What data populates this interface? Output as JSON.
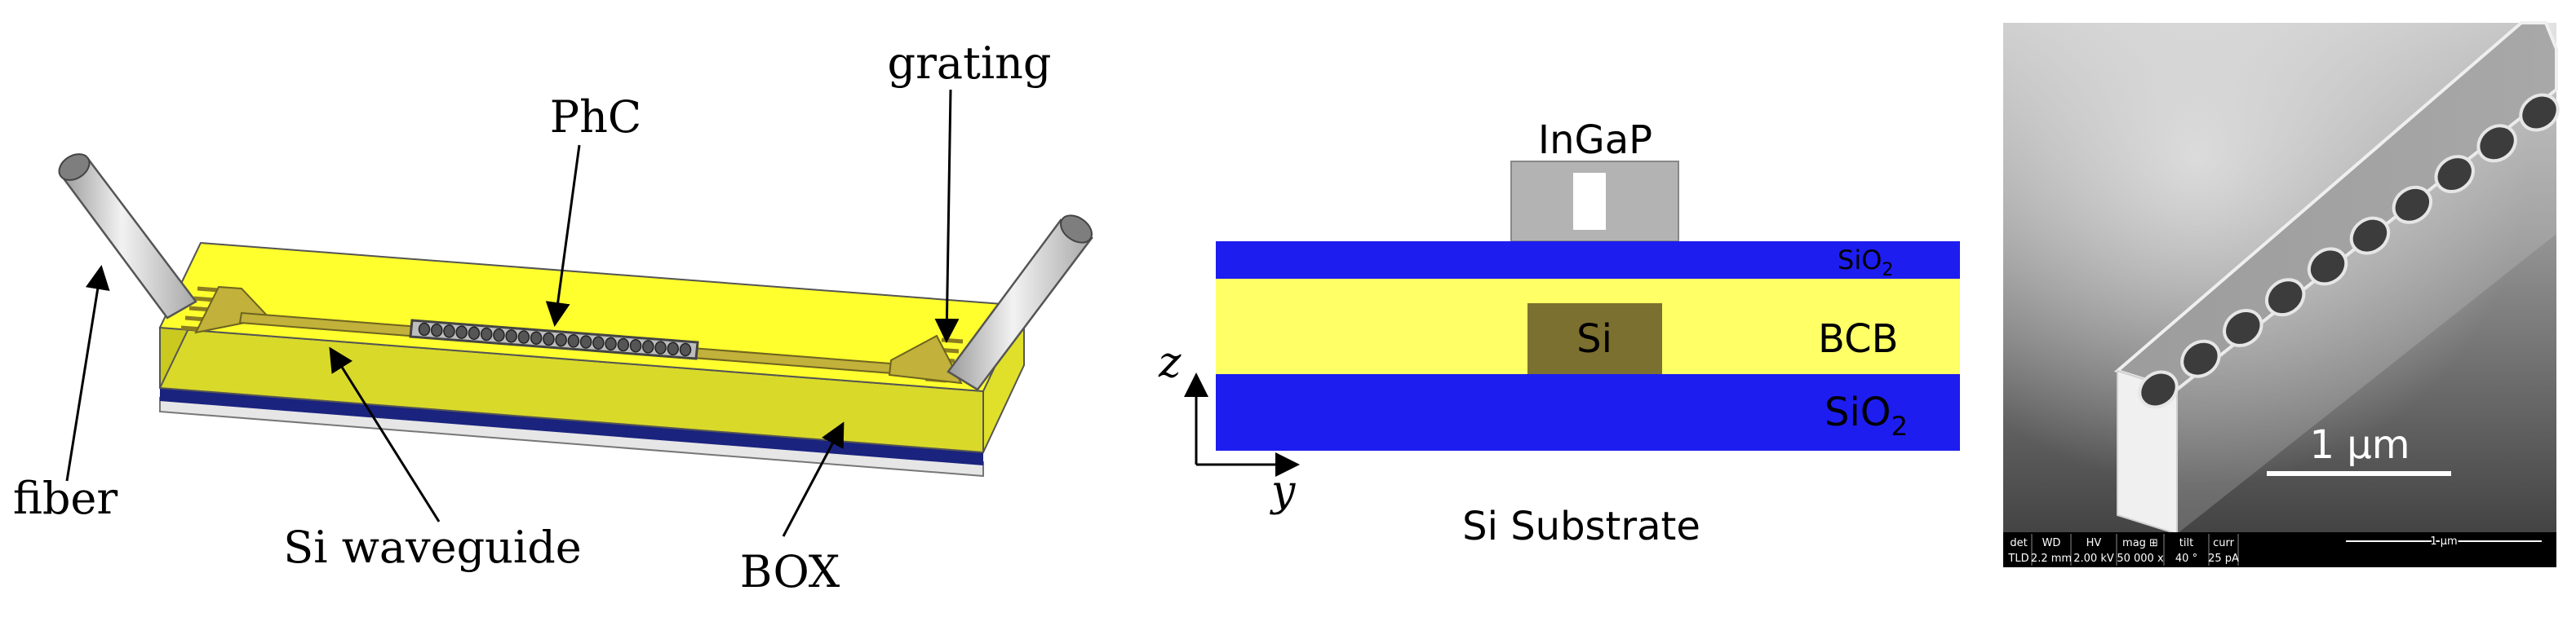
{
  "panel_a": {
    "labels": {
      "phc": "PhC",
      "grating": "grating",
      "fiber": "fiber",
      "si_waveguide": "Si waveguide",
      "box": "BOX"
    },
    "colors": {
      "box_yellow": "#ffff2e",
      "box_navy": "#1a237e",
      "waveguide": "#c2b13a",
      "fiber": "#d8d8d8"
    },
    "phc_hole_count": 22
  },
  "panel_b": {
    "labels": {
      "ingap": "InGaP",
      "sio2_top": "SiO",
      "sio2_top_sub": "2",
      "si": "Si",
      "bcb": "BCB",
      "sio2_bottom": "SiO",
      "sio2_bottom_sub": "2",
      "substrate": "Si Substrate",
      "axis_z": "z",
      "axis_y": "y"
    },
    "colors": {
      "sio2": "#1d1df0",
      "bcb": "#ffff66",
      "si": "#7c7030",
      "ingap": "#b3b3b3"
    }
  },
  "panel_c": {
    "scale_label": "1 µm",
    "hole_count": 10,
    "databar": {
      "headers": [
        "det",
        "WD",
        "HV",
        "mag ⊞",
        "tilt",
        "curr"
      ],
      "values": [
        "TLD",
        "2.2 mm",
        "2.00 kV",
        "50 000 x",
        "40 °",
        "25 pA"
      ],
      "scale_label": "1 µm"
    }
  }
}
